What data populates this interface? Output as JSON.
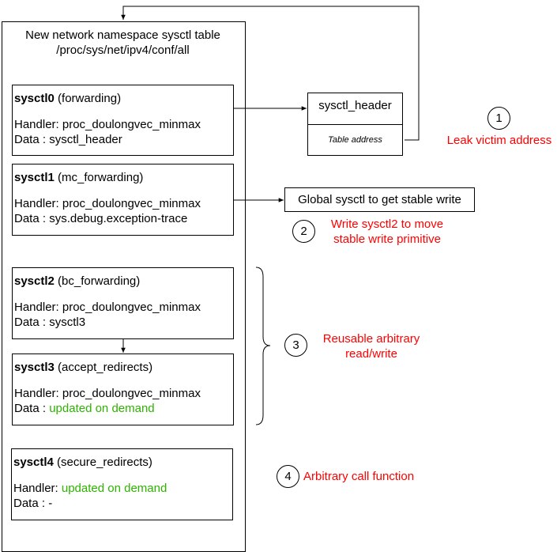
{
  "namespace": {
    "title_line1": "New network namespace sysctl table",
    "title_line2": "/proc/sys/net/ipv4/conf/all"
  },
  "sysctls": [
    {
      "name": "sysctl0",
      "param": "(forwarding)",
      "handler_label": "Handler:",
      "handler": "proc_doulongvec_minmax",
      "data_label": "Data :",
      "data": "sysctl_header"
    },
    {
      "name": "sysctl1",
      "param": "(mc_forwarding)",
      "handler_label": "Handler:",
      "handler": "proc_doulongvec_minmax",
      "data_label": "Data :",
      "data": "sys.debug.exception-trace"
    },
    {
      "name": "sysctl2",
      "param": "(bc_forwarding)",
      "handler_label": "Handler:",
      "handler": "proc_doulongvec_minmax",
      "data_label": "Data :",
      "data": "sysctl3"
    },
    {
      "name": "sysctl3",
      "param": "(accept_redirects)",
      "handler_label": "Handler:",
      "handler": "proc_doulongvec_minmax",
      "data_label": "Data :",
      "data": "updated on demand"
    },
    {
      "name": "sysctl4",
      "param": "(secure_redirects)",
      "handler_label": "Handler:",
      "handler": "updated on demand",
      "data_label": "Data :",
      "data": "-"
    }
  ],
  "sysctl_header": {
    "title": "sysctl_header",
    "field": "Table address"
  },
  "global_sysctl": "Global sysctl to get stable write",
  "steps": [
    {
      "number": "1",
      "text_line1": "Leak victim address",
      "text_line2": ""
    },
    {
      "number": "2",
      "text_line1": "Write sysctl2 to move",
      "text_line2": "stable write primitive"
    },
    {
      "number": "3",
      "text_line1": "Reusable arbitrary",
      "text_line2": "read/write"
    },
    {
      "number": "4",
      "text_line1": "Arbitrary call function",
      "text_line2": ""
    }
  ],
  "colors": {
    "highlight_green": "#2db300",
    "annotation_red": "#ff0000"
  }
}
